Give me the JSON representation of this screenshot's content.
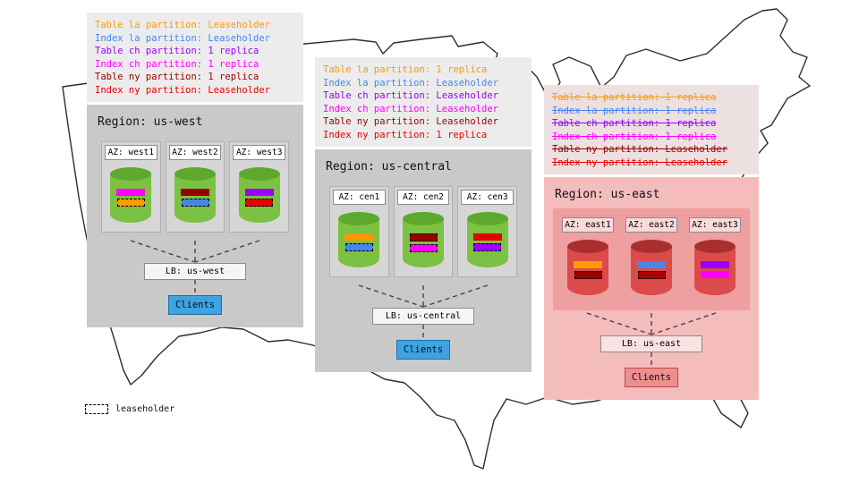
{
  "legend": {
    "label": "leaseholder"
  },
  "regions": [
    {
      "id": "us-west",
      "title": "Region: us-west",
      "annotations_struck": false,
      "annotations": [
        {
          "text": "Table la partition: Leaseholder",
          "color": "#ff9900"
        },
        {
          "text": "Index la partition: Leaseholder",
          "color": "#4a86e8"
        },
        {
          "text": "Table ch partition: 1 replica",
          "color": "#9900ff"
        },
        {
          "text": "Index ch partition: 1 replica",
          "color": "#ff00ff"
        },
        {
          "text": "Table ny partition: 1 replica",
          "color": "#990000"
        },
        {
          "text": "Index ny partition: Leaseholder",
          "color": "#e60000"
        }
      ],
      "azs": [
        {
          "label": "AZ: west1",
          "partitions": [
            {
              "name": "index-ch",
              "color": "#ff00ff",
              "leaseholder": false
            },
            {
              "name": "table-la",
              "color": "#ff9900",
              "leaseholder": true
            }
          ]
        },
        {
          "label": "AZ: west2",
          "partitions": [
            {
              "name": "table-ny",
              "color": "#990000",
              "leaseholder": false
            },
            {
              "name": "index-la",
              "color": "#4a86e8",
              "leaseholder": true
            }
          ]
        },
        {
          "label": "AZ: west3",
          "partitions": [
            {
              "name": "table-ch",
              "color": "#9900ff",
              "leaseholder": false
            },
            {
              "name": "index-ny",
              "color": "#e60000",
              "leaseholder": true
            }
          ]
        }
      ],
      "lb_label": "LB: us-west",
      "clients_label": "Clients",
      "colors": {
        "panel_bg": "#c9c9c9",
        "anno_bg": "#ececec",
        "inner_bg": "transparent",
        "az_col_bg": "#d6d6d6",
        "az_col_border": "#b0b0b0",
        "az_label_bg": "#ffffff",
        "lb_bg": "#f5f5f5",
        "cylinder": "#7cc142",
        "cylinder_top": "#5ea82e",
        "clients_bg": "#3fa3e0",
        "clients_border": "#1e6fa8"
      }
    },
    {
      "id": "us-central",
      "title": "Region: us-central",
      "annotations_struck": false,
      "annotations": [
        {
          "text": "Table la partition: 1 replica",
          "color": "#ff9900"
        },
        {
          "text": "Index la partition: Leaseholder",
          "color": "#4a86e8"
        },
        {
          "text": "Table ch partition: Leaseholder",
          "color": "#9900ff"
        },
        {
          "text": "Index ch partition: Leaseholder",
          "color": "#ff00ff"
        },
        {
          "text": "Table ny partition: Leaseholder",
          "color": "#990000"
        },
        {
          "text": "Index ny partition: 1 replica",
          "color": "#e60000"
        }
      ],
      "azs": [
        {
          "label": "AZ: cen1",
          "partitions": [
            {
              "name": "table-la",
              "color": "#ff9900",
              "leaseholder": false
            },
            {
              "name": "index-la",
              "color": "#4a86e8",
              "leaseholder": true
            }
          ]
        },
        {
          "label": "AZ: cen2",
          "partitions": [
            {
              "name": "table-ny",
              "color": "#990000",
              "leaseholder": true
            },
            {
              "name": "index-ch",
              "color": "#ff00ff",
              "leaseholder": true
            }
          ]
        },
        {
          "label": "AZ: cen3",
          "partitions": [
            {
              "name": "index-ny",
              "color": "#e60000",
              "leaseholder": false
            },
            {
              "name": "table-ch",
              "color": "#9900ff",
              "leaseholder": true
            }
          ]
        }
      ],
      "lb_label": "LB: us-central",
      "clients_label": "Clients",
      "colors": {
        "panel_bg": "#c9c9c9",
        "anno_bg": "#ececec",
        "inner_bg": "transparent",
        "az_col_bg": "#d6d6d6",
        "az_col_border": "#b0b0b0",
        "az_label_bg": "#ffffff",
        "lb_bg": "#f5f5f5",
        "cylinder": "#7cc142",
        "cylinder_top": "#5ea82e",
        "clients_bg": "#3fa3e0",
        "clients_border": "#1e6fa8"
      }
    },
    {
      "id": "us-east",
      "title": "Region: us-east",
      "annotations_struck": true,
      "annotations": [
        {
          "text": "Table la partition: 1 replica",
          "color": "#ff9900"
        },
        {
          "text": "Index la partition: 1 replica",
          "color": "#4a86e8"
        },
        {
          "text": "Table ch partition: 1 replica",
          "color": "#9900ff"
        },
        {
          "text": "Index ch partition: 1 replica",
          "color": "#ff00ff"
        },
        {
          "text": "Table ny partition: Leaseholder",
          "color": "#990000"
        },
        {
          "text": "Index ny partition: Leaseholder",
          "color": "#e60000"
        }
      ],
      "azs": [
        {
          "label": "AZ: east1",
          "partitions": [
            {
              "name": "table-la",
              "color": "#ff9900",
              "leaseholder": false
            },
            {
              "name": "table-ny",
              "color": "#990000",
              "leaseholder": true
            }
          ]
        },
        {
          "label": "AZ: east2",
          "partitions": [
            {
              "name": "index-la",
              "color": "#4a86e8",
              "leaseholder": false
            },
            {
              "name": "index-ny",
              "color": "#aa0000",
              "leaseholder": true
            }
          ]
        },
        {
          "label": "AZ: east3",
          "partitions": [
            {
              "name": "table-ch",
              "color": "#9900ff",
              "leaseholder": false
            },
            {
              "name": "index-ch",
              "color": "#ff00ff",
              "leaseholder": false
            }
          ]
        }
      ],
      "lb_label": "LB: us-east",
      "clients_label": "Clients",
      "colors": {
        "panel_bg": "#f5bcbc",
        "anno_bg": "#ece0e0",
        "inner_bg": "#ee9f9f",
        "az_col_bg": "transparent",
        "az_col_border": "transparent",
        "az_label_bg": "#f9d9d9",
        "lb_bg": "#f9e2e2",
        "cylinder": "#dc4b4b",
        "cylinder_top": "#a92f2f",
        "clients_bg": "#ef8e8e",
        "clients_border": "#b84a4a"
      }
    }
  ]
}
